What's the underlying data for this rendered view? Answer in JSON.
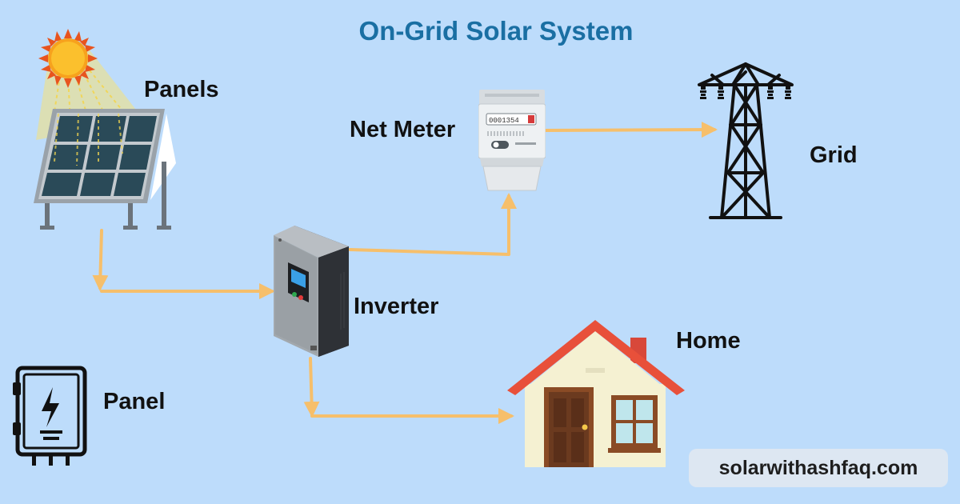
{
  "title": "On-Grid Solar System",
  "labels": {
    "panels": "Panels",
    "net_meter": "Net Meter",
    "grid": "Grid",
    "inverter": "Inverter",
    "home": "Home",
    "panel": "Panel"
  },
  "watermark": "solarwithashfaq.com",
  "meter_reading": "0001354",
  "colors": {
    "background": "#bddcfb",
    "title": "#1a6fa3",
    "arrow": "#f6bf6b",
    "roof": "#e8503a",
    "sun": "#f7a21d",
    "panel_cell": "#2a4a58"
  },
  "icons": [
    "sun-icon",
    "solar-panel-icon",
    "inverter-icon",
    "net-meter-icon",
    "transmission-tower-icon",
    "house-icon",
    "electrical-panel-icon"
  ]
}
